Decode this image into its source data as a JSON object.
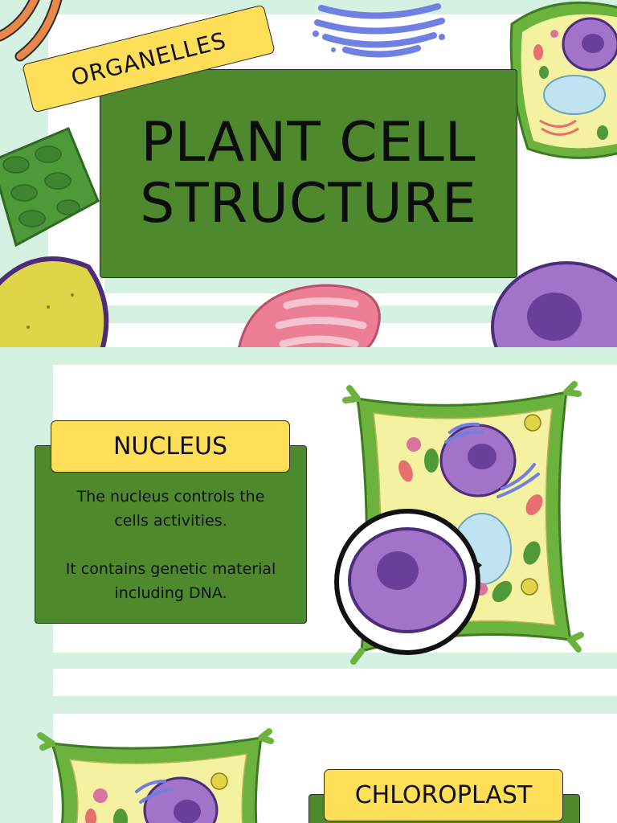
{
  "slide1": {
    "tag_label": "ORGANELLES",
    "title_line1": "PLANT CELL",
    "title_line2": "STRUCTURE"
  },
  "slide2": {
    "heading": "NUCLEUS",
    "paragraph1_line1": "The nucleus controls the",
    "paragraph1_line2": "cells activities.",
    "paragraph2_line1": "It contains genetic material",
    "paragraph2_line2": "including DNA."
  },
  "slide3": {
    "heading": "CHLOROPLAST"
  },
  "colors": {
    "mint": "#d4f1e2",
    "panel_green": "#4e8a2d",
    "tag_yellow": "#ffdf57",
    "cell_wall": "#6cb33e",
    "cytoplasm": "#f4f1a0",
    "nucleus": "#a274c9",
    "nucleolus": "#6a3f99"
  }
}
